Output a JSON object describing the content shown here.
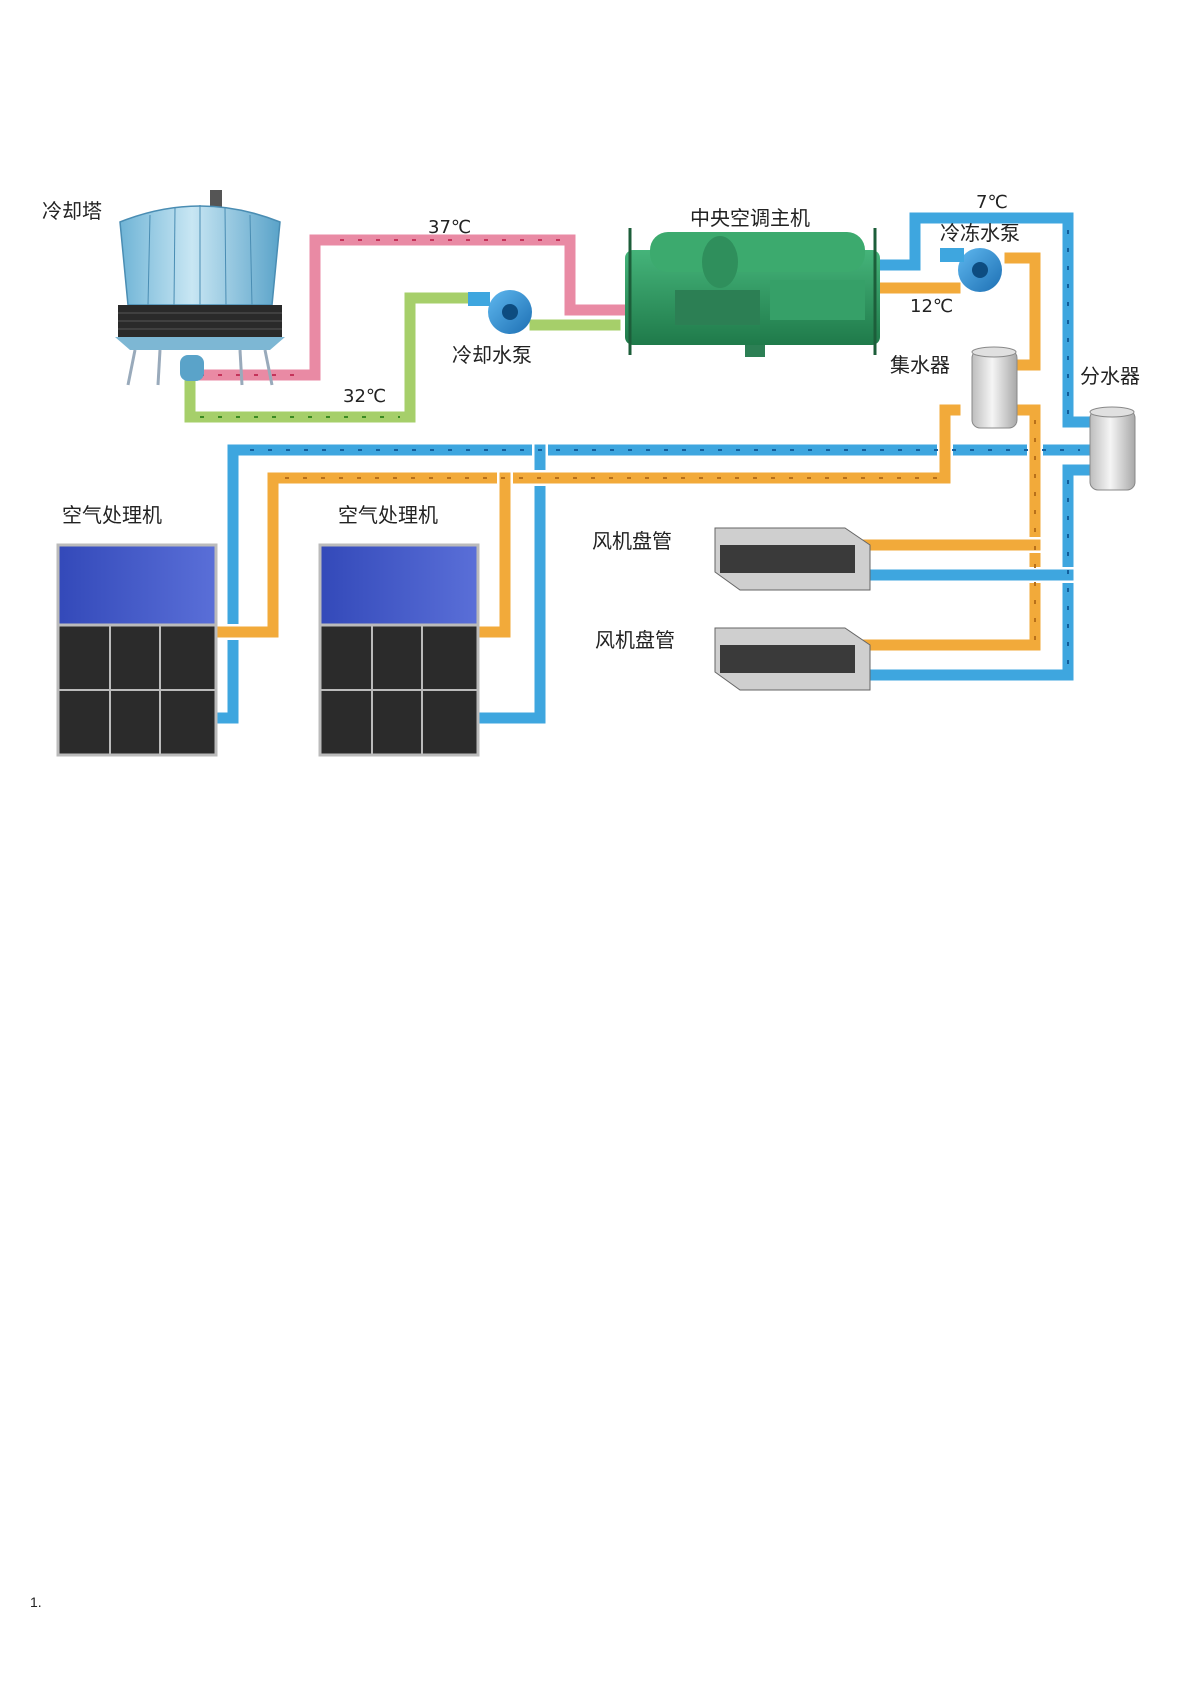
{
  "labels": {
    "cooling_tower": "冷却塔",
    "chiller": "中央空调主机",
    "cooling_pump": "冷却水泵",
    "chilled_pump": "冷冻水泵",
    "collector": "集水器",
    "distributor": "分水器",
    "ahu_1": "空气处理机",
    "ahu_2": "空气处理机",
    "fcu_1": "风机盘管",
    "fcu_2": "风机盘管"
  },
  "temps": {
    "cooling_hot": "37℃",
    "cooling_cold": "32℃",
    "chilled_supply": "7℃",
    "chilled_return": "12℃"
  },
  "colors": {
    "hot_cooling_pipe": "#e98aa4",
    "cold_cooling_pipe": "#a6cf6a",
    "supply_pipe": "#3ea6df",
    "return_pipe": "#f2aa3a",
    "chiller_body": "#2f9a63",
    "tower_body": "#8fc7e0",
    "ahu_top": "#3f56c6"
  },
  "footer": {
    "page_number": "1."
  }
}
